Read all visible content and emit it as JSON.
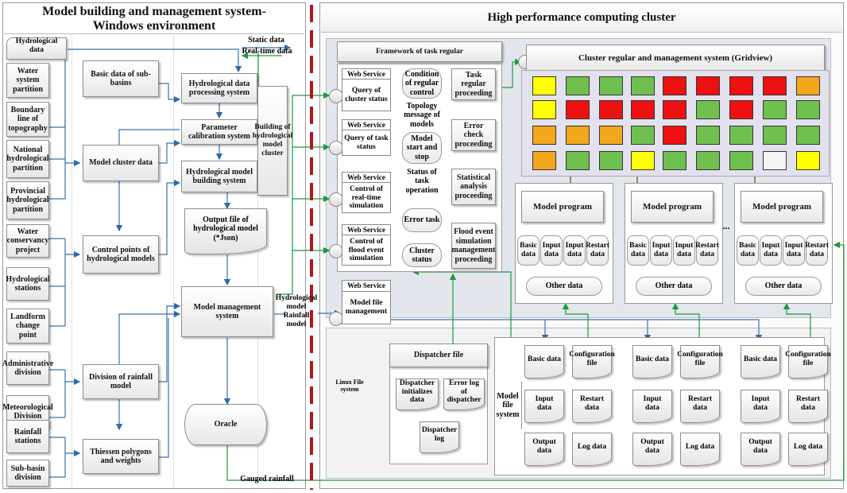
{
  "left_title": "Model building and management system-Windows environment",
  "right_title": "High performance computing cluster",
  "left": {
    "hydrological_data": "Hydrological data",
    "static_data": "Static data",
    "realtime_data": "Real-time data",
    "sources": [
      "Water system partition",
      "Boundary line of topography",
      "National hydrological partition",
      "Provincial hydrological partition",
      "Water conservancy project",
      "Hydrological stations",
      "Landform change point",
      "Administrative division",
      "Meteorological Division",
      "Rainfall stations",
      "Sub-basin division"
    ],
    "middle": [
      "Basic data of sub-basins",
      "Model cluster data",
      "Control points of hydrological models",
      "Division of rainfall model",
      "Thiessen polygons and weights"
    ],
    "process": [
      "Hydrological data processing system",
      "Parameter calibration system",
      "Hydrological model building system"
    ],
    "building_cluster": "Building of hydrological model cluster",
    "output_file": "Output file of hydrological model (*Json)",
    "model_management": "Model management system",
    "oracle": "Oracle",
    "hydro_rainfall_label": "Hydrological model Rainfall model",
    "gauged_rainfall": "Gauged rainfall"
  },
  "framework": {
    "title": "Framework of task regular",
    "services": [
      {
        "header": "Web Service",
        "body": "Query of cluster status"
      },
      {
        "header": "Web Service",
        "body": "Query of task status"
      },
      {
        "header": "Web Service",
        "body": "Control of real-time simulation"
      },
      {
        "header": "Web Service",
        "body": "Control of flood event simulation"
      }
    ],
    "middle_items": [
      "Condition of regular control",
      "Topology message of models",
      "Model start and stop",
      "Status of task operation",
      "Error task",
      "Cluster status"
    ],
    "right_items": [
      "Task regular proceeding",
      "Error check proceeding",
      "Statistical analysis proceeding",
      "Flood event simulation management proceeding"
    ],
    "model_file_service": {
      "header": "Web Service",
      "body": "Model file management"
    }
  },
  "gridview": {
    "title": "Cluster regular and management system (Gridview)",
    "colors": {
      "y": "#ffff00",
      "g": "#70c050",
      "r": "#ee1111",
      "o": "#f2a71c",
      "w": "#f4f4f4"
    },
    "rows": [
      [
        "y",
        "g",
        "g",
        "g",
        "r",
        "r",
        "r",
        "r",
        "o"
      ],
      [
        "y",
        "r",
        "r",
        "r",
        "r",
        "g",
        "r",
        "g",
        "g"
      ],
      [
        "o",
        "o",
        "o",
        "g",
        "r",
        "g",
        "g",
        "g",
        "g"
      ],
      [
        "o",
        "g",
        "g",
        "y",
        "g",
        "g",
        "g",
        "w",
        "y"
      ]
    ]
  },
  "model_programs": [
    {
      "title": "Model program",
      "data": [
        "Basic data",
        "Input data",
        "Input data",
        "Restart data"
      ],
      "other": "Other data"
    },
    {
      "title": "Model program",
      "data": [
        "Basic data",
        "Input data",
        "Input data",
        "Restart data"
      ],
      "other": "Other data"
    },
    {
      "title": "Model program",
      "data": [
        "Basic data",
        "Input data",
        "Input data",
        "Restart data"
      ],
      "other": "Other data"
    }
  ],
  "ellipsis": "...",
  "linux": {
    "label": "Linux File system",
    "dispatcher_title": "Dispatcher file",
    "dispatcher_items": [
      "Dispatcher initializes data",
      "Error log of dispatcher",
      "Dispatcher log"
    ],
    "model_file_system": "Model file system",
    "file_groups": [
      [
        "Basic data",
        "Configuration file",
        "Input data",
        "Restart data",
        "Output data",
        "Log data"
      ],
      [
        "Basic data",
        "Configuration file",
        "Input data",
        "Restart data",
        "Output data",
        "Log data"
      ],
      [
        "Basic data",
        "Configuration file",
        "Input data",
        "Restart data",
        "Output data",
        "Log data"
      ]
    ]
  }
}
